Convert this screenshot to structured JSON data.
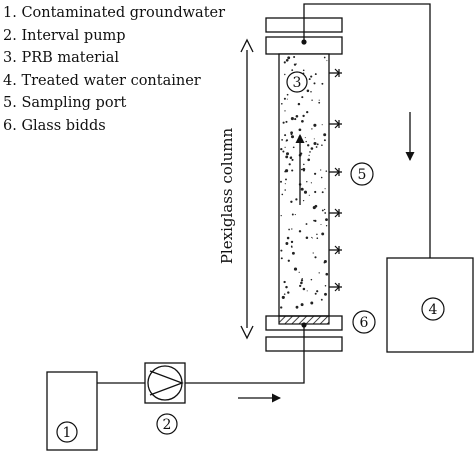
{
  "legend": [
    {
      "text": "1. Contaminated groundwater"
    },
    {
      "text": "2. Interval pump"
    },
    {
      "text": "3. PRB material"
    },
    {
      "text": "4. Treated water container"
    },
    {
      "text": "5. Sampling port"
    },
    {
      "text": "6. Glass bidds"
    }
  ],
  "column_label": "Plexiglass column",
  "markers": {
    "m1": "1",
    "m2": "2",
    "m3": "3",
    "m4": "4",
    "m5": "5",
    "m6": "6"
  }
}
